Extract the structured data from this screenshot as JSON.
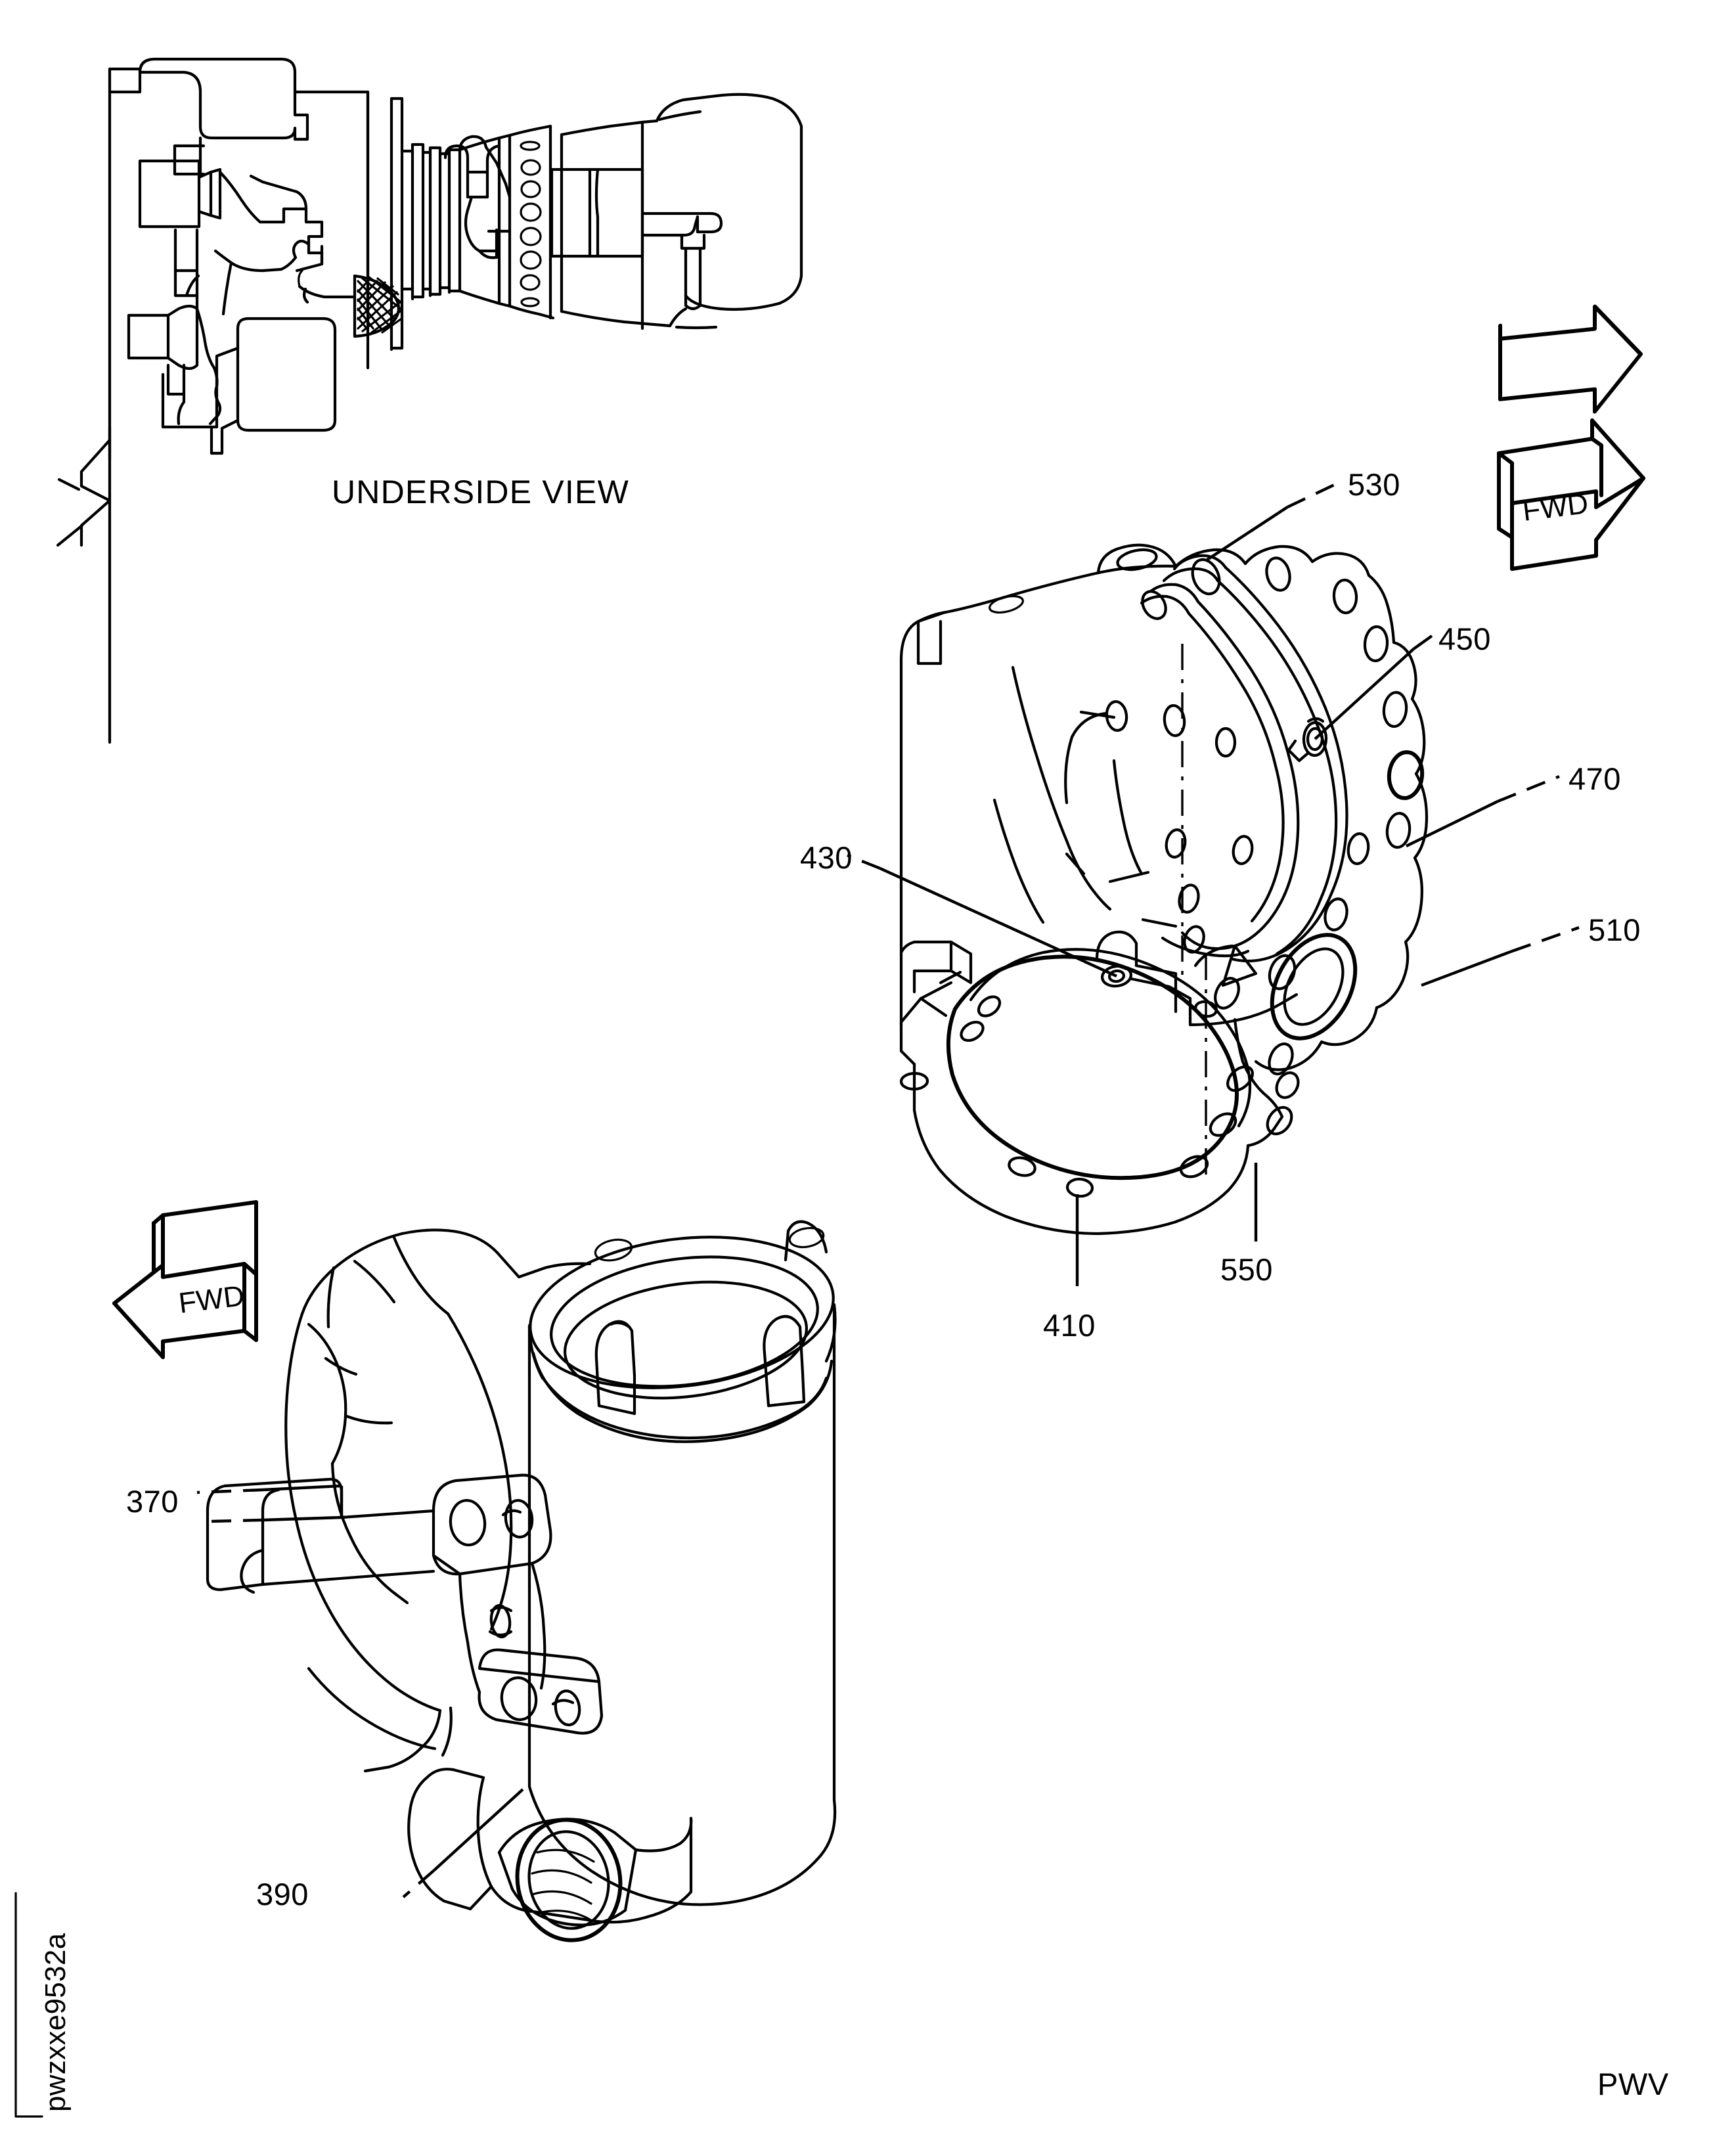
{
  "sheet": {
    "drawing_code_vertical": "pwzxxe9532a",
    "sheet_code": "PWV"
  },
  "views": [
    {
      "id": "underside",
      "label": "UNDERSIDE VIEW",
      "description": "schematic side outline of gas turbine engine with accessory gearbox, bellows duct, compressor section and tail housing"
    },
    {
      "id": "upper-right-assembly",
      "description": "isometric view of intermediate case / gearbox housing with bolted flange ring",
      "fwd_arrow": {
        "label": "FWD",
        "direction": "right"
      }
    },
    {
      "id": "lower-left-assembly",
      "description": "isometric view of diffuser case housing with bracket linkage and port boss",
      "fwd_arrow": {
        "label": "FWD",
        "direction": "left"
      }
    }
  ],
  "callouts": [
    {
      "id": "c530",
      "number": "530",
      "view": "upper-right-assembly"
    },
    {
      "id": "c450",
      "number": "450",
      "view": "upper-right-assembly"
    },
    {
      "id": "c470",
      "number": "470",
      "view": "upper-right-assembly"
    },
    {
      "id": "c510",
      "number": "510",
      "view": "upper-right-assembly"
    },
    {
      "id": "c430",
      "number": "430",
      "view": "upper-right-assembly"
    },
    {
      "id": "c410",
      "number": "410",
      "view": "upper-right-assembly"
    },
    {
      "id": "c550",
      "number": "550",
      "view": "upper-right-assembly"
    },
    {
      "id": "c370",
      "number": "370",
      "view": "lower-left-assembly"
    },
    {
      "id": "c390",
      "number": "390",
      "view": "lower-left-assembly"
    }
  ],
  "fwd_arrows": {
    "upper": "FWD",
    "lower": "FWD"
  },
  "colors": {
    "line": "#000000",
    "background": "#ffffff"
  }
}
